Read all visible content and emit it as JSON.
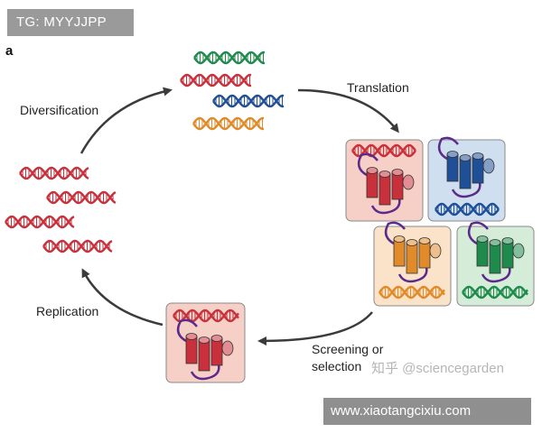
{
  "badge": {
    "text": "TG: MYYJJPP"
  },
  "panel_letter": "a",
  "labels": {
    "translation": "Translation",
    "diversification": "Diversification",
    "replication": "Replication",
    "screening_line1": "Screening or",
    "screening_line2": "selection"
  },
  "watermark": "知乎 @sciencegarden",
  "footer": {
    "text": "www.xiaotangcixiu.com"
  },
  "colors": {
    "red": "#c8303b",
    "green": "#1e8a4c",
    "blue": "#1f4f96",
    "orange": "#e08a2a",
    "arrow": "#3b3b3b",
    "box_red_bg": "#f6cfc6",
    "box_blue_bg": "#cfdff0",
    "box_orange_bg": "#fbe3c9",
    "box_green_bg": "#d5ecd8"
  }
}
